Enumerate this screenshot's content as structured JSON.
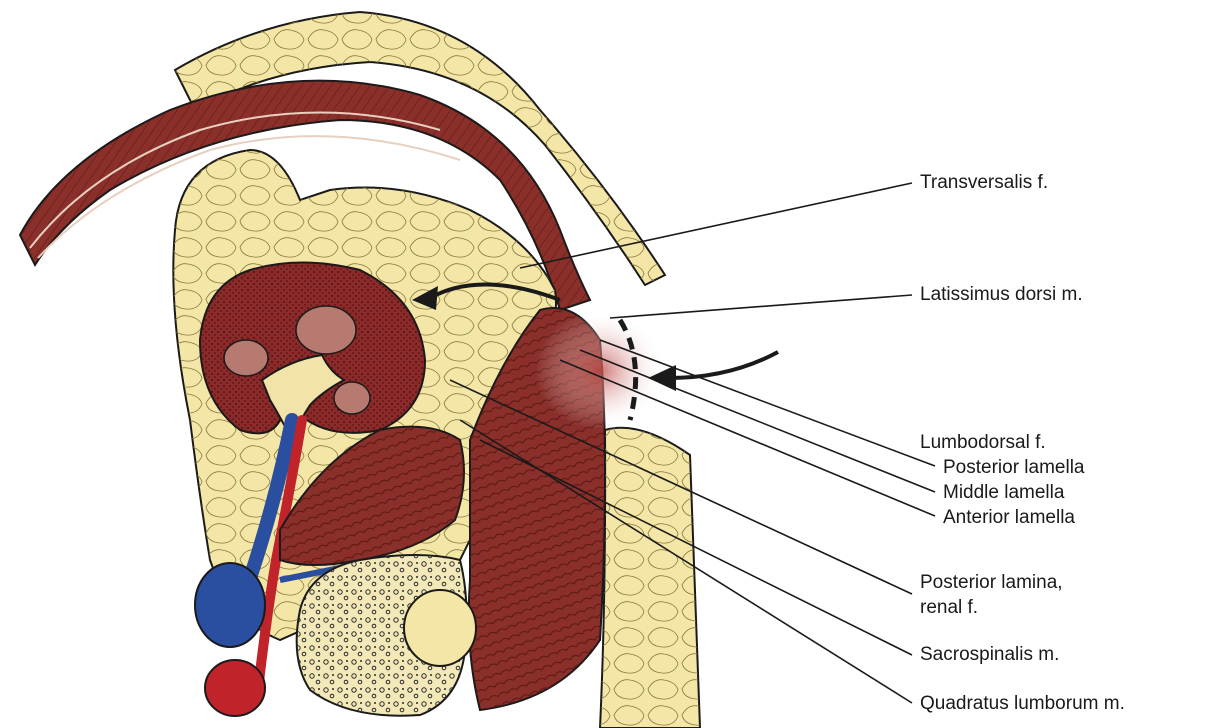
{
  "labels": {
    "transversalis": "Transversalis f.",
    "latissimus": "Latissimus dorsi m.",
    "lumbodorsal": "Lumbodorsal f.",
    "posterior_lamella": "Posterior lamella",
    "middle_lamella": "Middle lamella",
    "anterior_lamella": "Anterior lamella",
    "posterior_lamina_1": "Posterior lamina,",
    "posterior_lamina_2": "renal f.",
    "sacrospinalis": "Sacrospinalis m.",
    "quadratus": "Quadratus lumborum m."
  },
  "colors": {
    "fat": "#f4e6a6",
    "muscle": "#8a2f2a",
    "muscle_light": "#b35a50",
    "kidney": "#8c2a2a",
    "vein": "#2a4fa0",
    "artery": "#c0242a",
    "bone": "#f2e8b8",
    "outline": "#1a1a1a"
  }
}
